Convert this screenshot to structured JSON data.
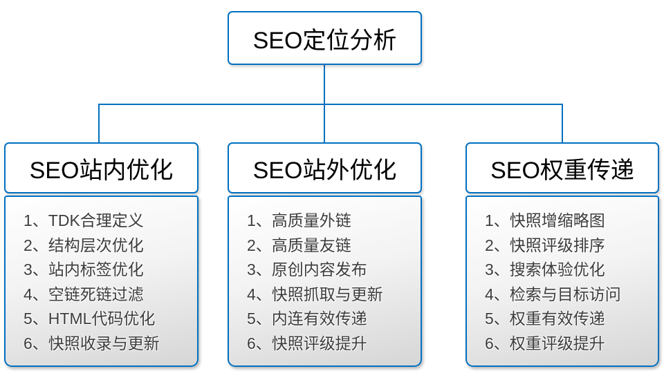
{
  "diagram": {
    "accent_color": "#0070C0",
    "background_color": "#ffffff",
    "root": {
      "label": "SEO定位分析"
    },
    "branches": [
      {
        "title": "SEO站内优化",
        "items": [
          "1、TDK合理定义",
          "2、结构层次优化",
          "3、站内标签优化",
          "4、空链死链过滤",
          "5、HTML代码优化",
          "6、快照收录与更新"
        ]
      },
      {
        "title": "SEO站外优化",
        "items": [
          "1、高质量外链",
          "2、高质量友链",
          "3、原创内容发布",
          "4、快照抓取与更新",
          "5、内连有效传递",
          "6、快照评级提升"
        ]
      },
      {
        "title": "SEO权重传递",
        "items": [
          "1、快照增缩略图",
          "2、快照评级排序",
          "3、搜索体验优化",
          "4、检索与目标访问",
          "5、权重有效传递",
          "6、权重评级提升"
        ]
      }
    ]
  }
}
